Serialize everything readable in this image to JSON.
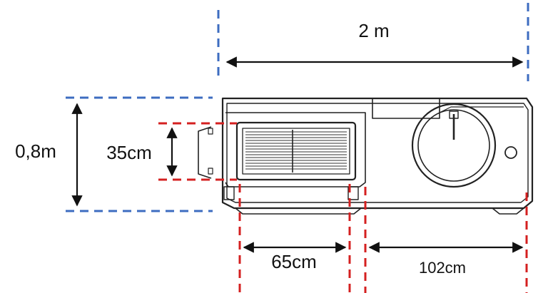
{
  "labels": {
    "overall_width": "2 m",
    "overall_depth": "0,8m",
    "filter_height": "35cm",
    "filter_width": "65cm",
    "side_clearance": "102cm"
  },
  "colors": {
    "dimension_blue": "#3d6cc0",
    "dimension_red": "#d42020",
    "outline": "#222222",
    "arrow": "#111111"
  }
}
